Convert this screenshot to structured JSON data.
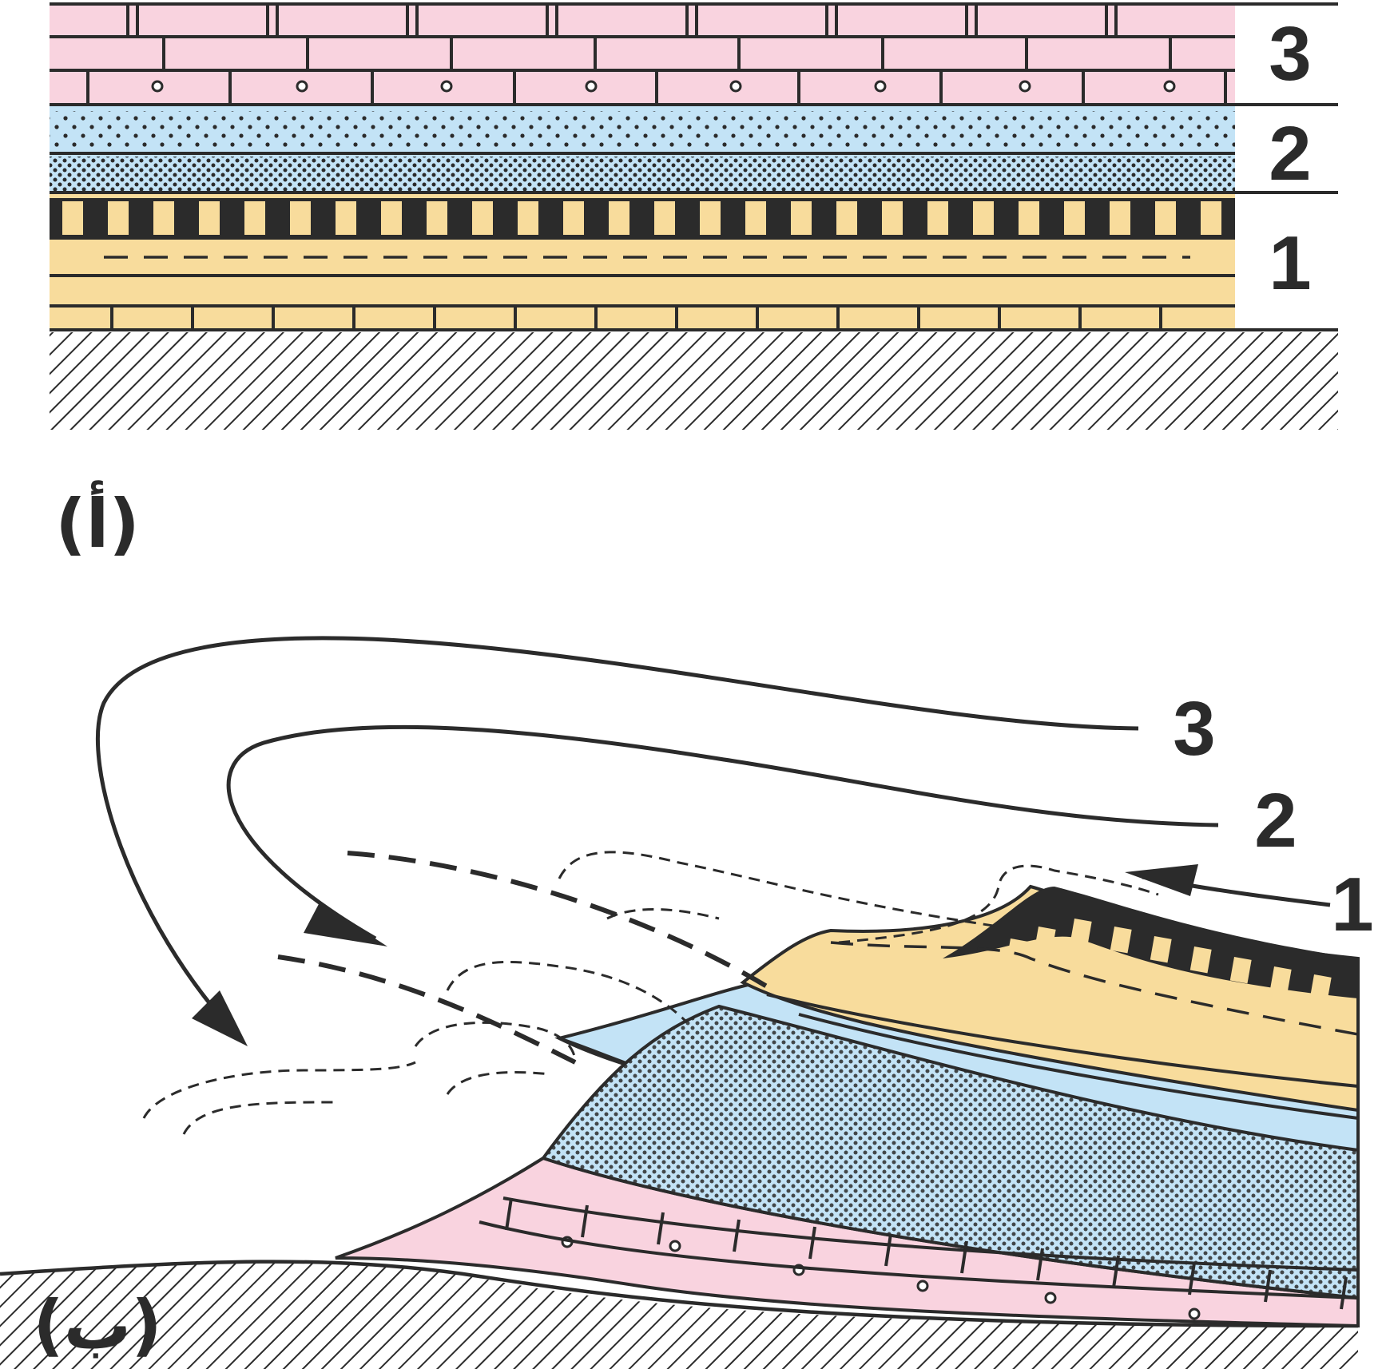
{
  "panel_a": {
    "label": "(أ)",
    "layers": [
      {
        "number": "3",
        "fill": "#f9d3df",
        "pattern": "limestone-with-fossils"
      },
      {
        "number": "2",
        "fill": "#c3e3f6",
        "pattern": "sandstone"
      },
      {
        "number": "1",
        "fill": "#f8dc9c",
        "pattern": "coal-shale-limestone"
      }
    ],
    "basement": {
      "pattern": "hatched"
    }
  },
  "panel_b": {
    "label": "(ب)",
    "layers": [
      {
        "number": "3"
      },
      {
        "number": "2"
      },
      {
        "number": "1"
      }
    ]
  },
  "colors": {
    "ink": "#2b2b2b",
    "pink": "#f9d3df",
    "blue": "#c3e3f6",
    "yellow": "#f8dc9c",
    "black_band": "#2b2b2b"
  }
}
